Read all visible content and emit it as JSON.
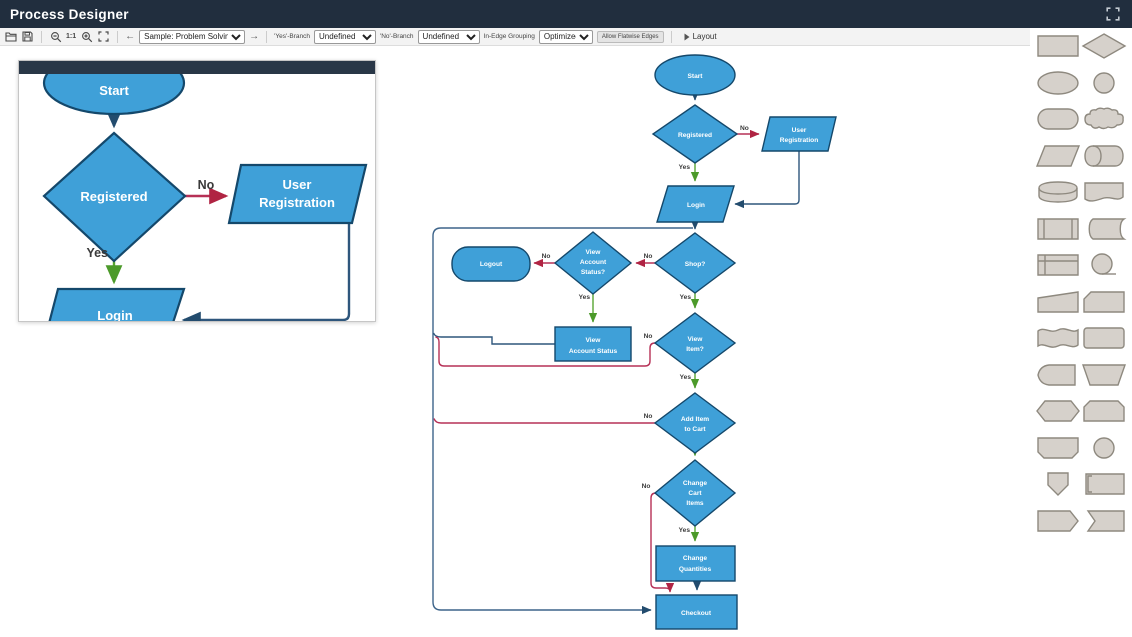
{
  "header": {
    "title": "Process Designer"
  },
  "toolbar": {
    "sample_select": "Sample: Problem Solving",
    "zoom_reset_label": "1:1",
    "yes_branch_label": "'Yes'-Branch",
    "yes_branch_value": "Undefined",
    "no_branch_label": "'No'-Branch",
    "no_branch_value": "Undefined",
    "grouping_label": "In-Edge Grouping",
    "grouping_value": "Optimized",
    "flatwise_button": "Allow Flatwise Edges",
    "layout_button": "Layout",
    "icons": [
      "open-folder-icon",
      "save-icon",
      "zoom-out-icon",
      "zoom-1-1-icon",
      "zoom-in-icon",
      "fit-content-icon",
      "previous-sample-icon",
      "next-sample-icon",
      "fullscreen-icon"
    ]
  },
  "labels": {
    "yes": "Yes",
    "no": "No"
  },
  "overview": {
    "nodes": {
      "start": "Start",
      "registered": "Registered",
      "user_registration": [
        "User",
        "Registration"
      ],
      "login": "Login"
    }
  },
  "diagram": {
    "nodes": {
      "start": "Start",
      "registered": "Registered",
      "user_registration": [
        "User",
        "Registration"
      ],
      "login": "Login",
      "shop": "Shop?",
      "logout": "Logout",
      "view_account_status_q": [
        "View",
        "Account",
        "Status?"
      ],
      "view_account_status": [
        "View",
        "Account Status"
      ],
      "view_item": [
        "View",
        "Item?"
      ],
      "add_item": [
        "Add Item",
        "to Cart"
      ],
      "change_cart": [
        "Change",
        "Cart",
        "Items"
      ],
      "change_quantities": [
        "Change",
        "Quantities"
      ],
      "checkout": "Checkout"
    }
  },
  "palette": {
    "shapes": [
      "rectangle",
      "diamond",
      "ellipse",
      "circle",
      "stadium",
      "cloud",
      "parallelogram",
      "horizontal-cylinder",
      "short-cylinder",
      "document",
      "predefined-process",
      "stored-data",
      "internal-storage",
      "sequential-data",
      "manual-input",
      "card",
      "paper-tape",
      "rounded-rectangle",
      "display",
      "manual-operation",
      "hexagon-preparation",
      "chamfered-top-rect",
      "chamfered-bottom-rect",
      "circle-small",
      "off-page-connector",
      "tagged-rectangle",
      "pointer-right",
      "notched-rectangle"
    ]
  },
  "colors": {
    "header_bg": "#212e3e",
    "node_fill": "#3fa0d8",
    "node_stroke": "#14486b",
    "edge": "#2e567c",
    "edge_no": "#b63056",
    "edge_yes": "#58a532",
    "palette_fill": "#d6d1cb",
    "palette_stroke": "#8e897f"
  }
}
